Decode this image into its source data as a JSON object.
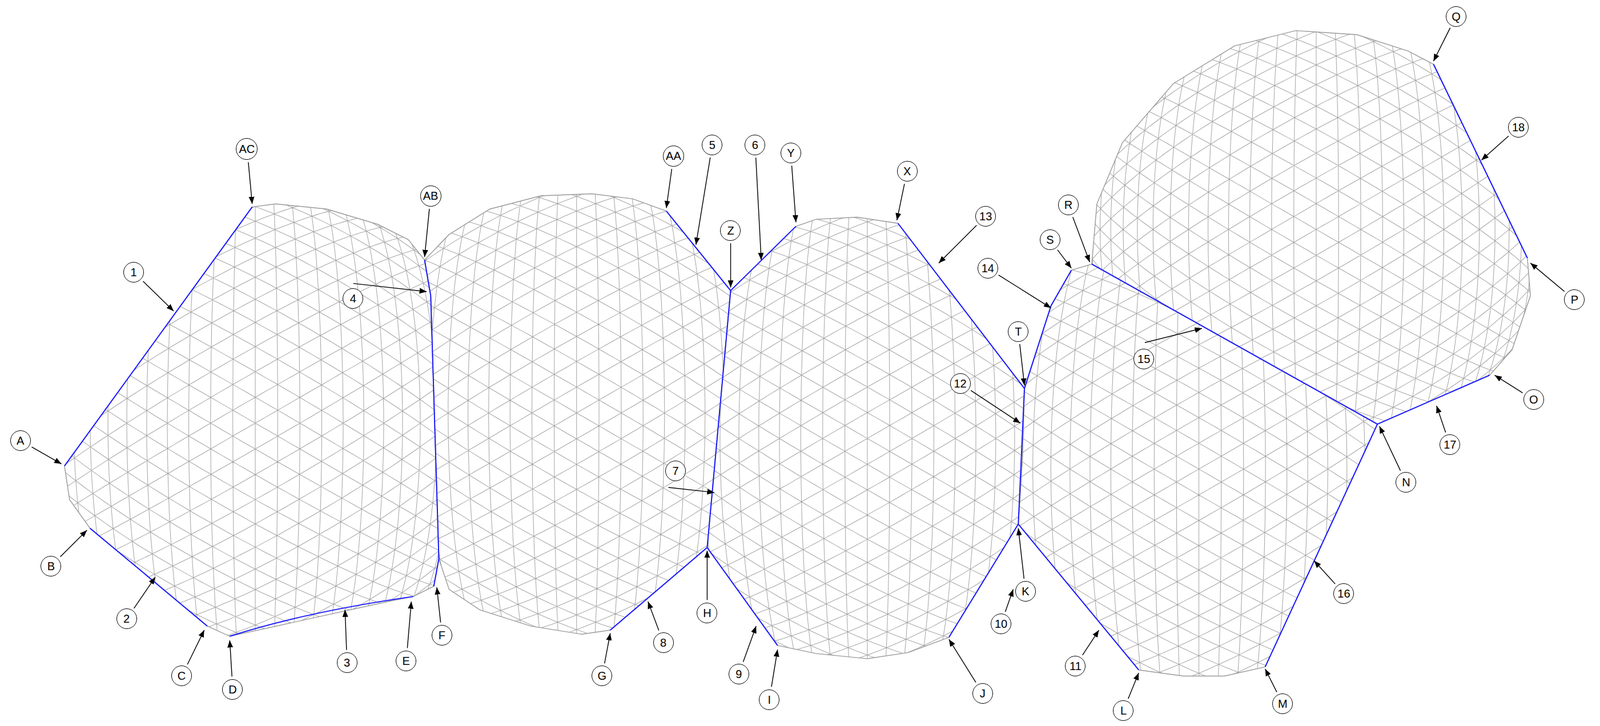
{
  "diagram": {
    "labels": [
      "Q",
      "AC",
      "AA",
      "5",
      "6",
      "Y",
      "X",
      "AB",
      "18",
      "13",
      "Z",
      "R",
      "S",
      "1",
      "14",
      "4",
      "P",
      "T",
      "15",
      "12",
      "O",
      "17",
      "A",
      "7",
      "N",
      "B",
      "K",
      "16",
      "2",
      "10",
      "3",
      "E",
      "F",
      "8",
      "11",
      "G",
      "9",
      "C",
      "J",
      "D",
      "I",
      "M",
      "L",
      "H"
    ]
  }
}
